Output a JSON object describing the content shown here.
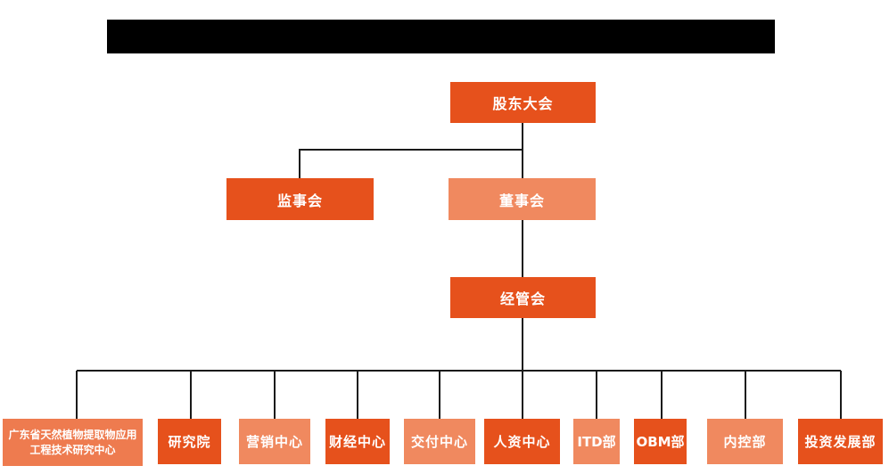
{
  "page": {
    "background": "#FFFFFF"
  },
  "colors": {
    "node_dark_orange": "#E6511C",
    "node_light_salmon": "#F0895F",
    "node_medium_orange": "#EE7B4F",
    "connector_line": "#1A1A1A",
    "redaction_bar": "#000000",
    "node_text": "#FFFFFF"
  },
  "org": {
    "root": {
      "label": "股东大会"
    },
    "level2": [
      {
        "label": "监事会"
      },
      {
        "label": "董事会"
      }
    ],
    "level3": {
      "label": "经管会"
    },
    "departments": [
      {
        "label": "广东省天然植物提取物应用工程技术研究中心"
      },
      {
        "label": "研究院"
      },
      {
        "label": "营销中心"
      },
      {
        "label": "财经中心"
      },
      {
        "label": "交付中心"
      },
      {
        "label": "人资中心"
      },
      {
        "label": "ITD部"
      },
      {
        "label": "OBM部"
      },
      {
        "label": "内控部"
      },
      {
        "label": "投资发展部"
      }
    ]
  }
}
